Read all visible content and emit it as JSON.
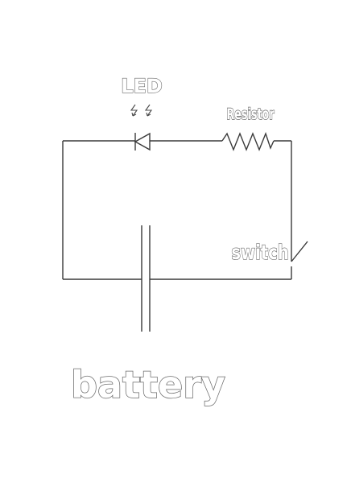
{
  "labels": {
    "led": "LED",
    "resistor": "Resistor",
    "switch": "switch",
    "battery": "battery"
  },
  "colors": {
    "background": "#ffffff",
    "wire": "#3a3a3a",
    "label_outline": "#6b6b6b"
  }
}
